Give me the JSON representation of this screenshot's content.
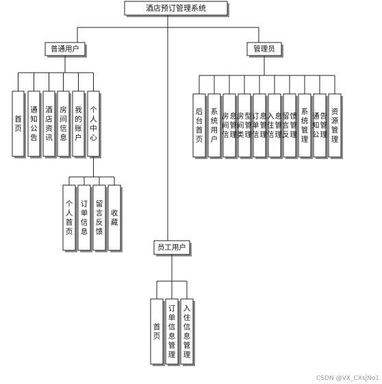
{
  "diagram": {
    "root": "酒店预订管理系统",
    "groups": [
      {
        "id": "user",
        "label": "普通用户",
        "children": [
          "首页",
          "通知公告",
          "酒店资讯",
          "房间信息",
          "我的账户",
          "个人中心"
        ],
        "sub_parent": "个人中心",
        "sub_children": [
          "个人首页",
          "订单信息",
          "留言反馈",
          "收藏"
        ]
      },
      {
        "id": "admin",
        "label": "管理员",
        "children": [
          "后台首页",
          "系统用户",
          "房间信息管理",
          "房间类型管理",
          "订单信息管理",
          "入住信息管理",
          "留言反馈管理",
          "系统管理",
          "通知公告管理",
          "资源管理"
        ]
      },
      {
        "id": "staff",
        "label": "员工用户",
        "children": [
          "首页",
          "订单信息管理",
          "入住信息管理"
        ]
      }
    ]
  },
  "watermark": "CSDN @VX_CXsjNo1"
}
